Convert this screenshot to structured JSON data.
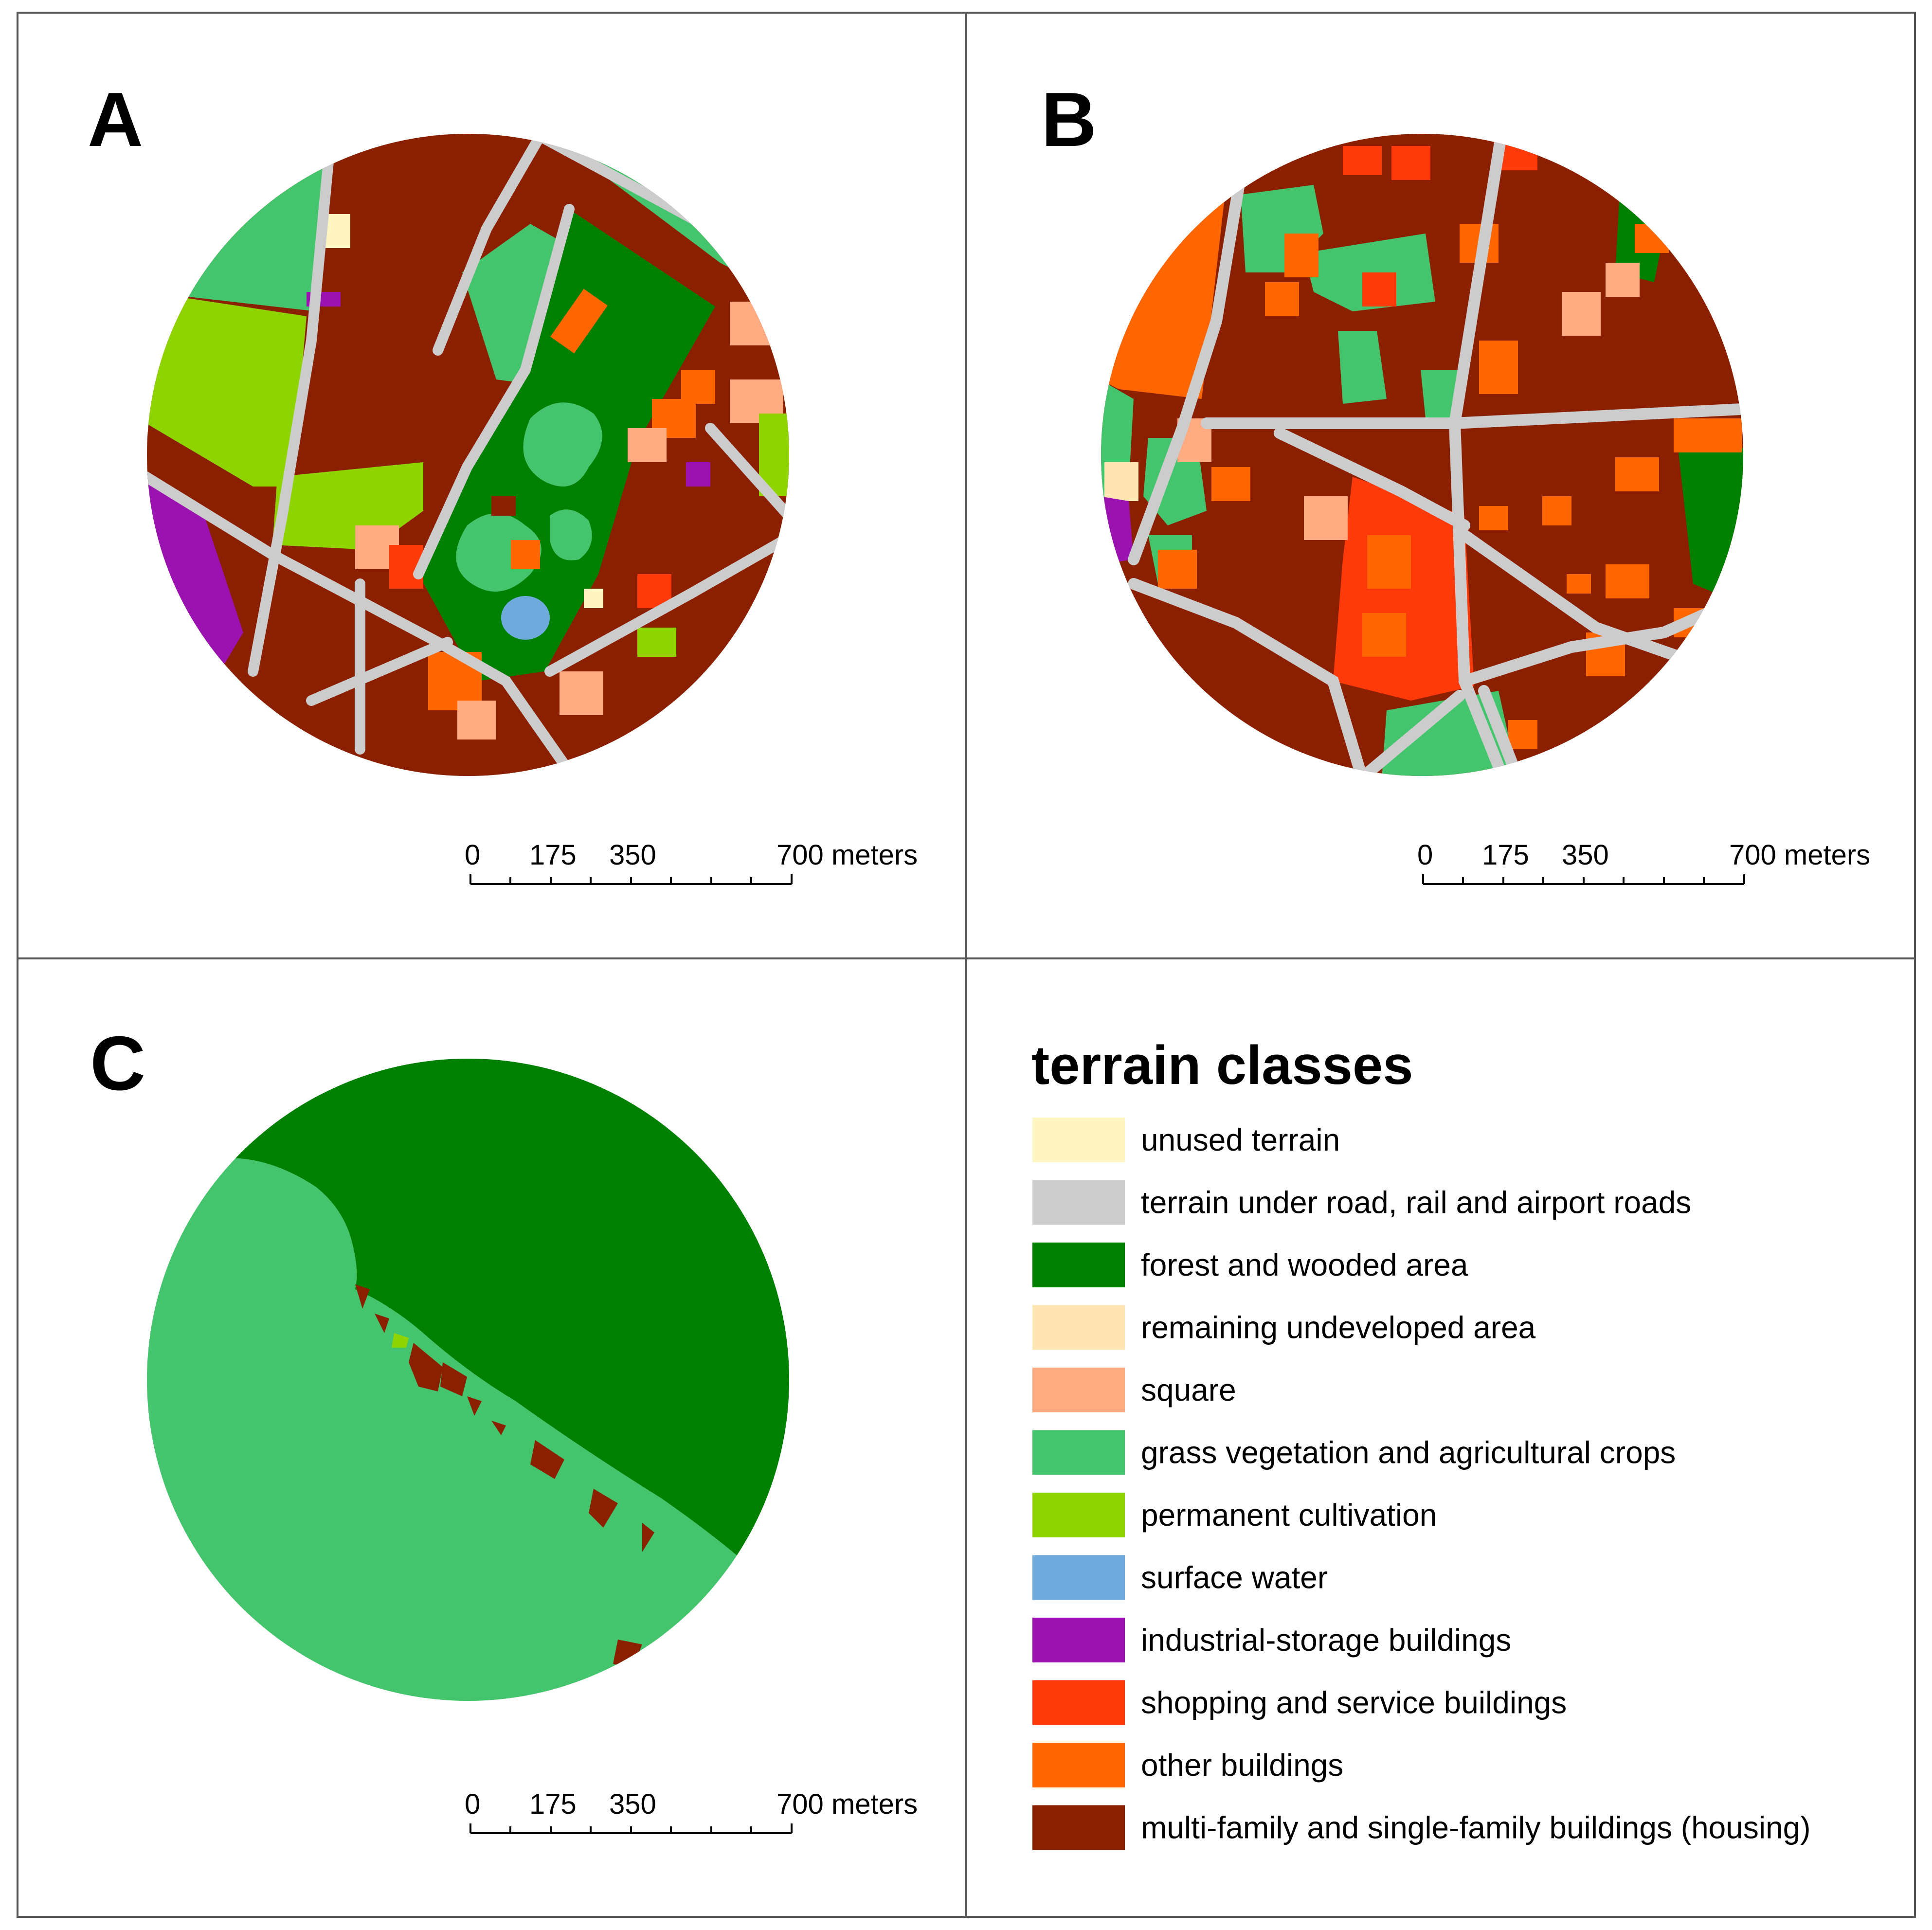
{
  "panels": [
    {
      "letter": "A"
    },
    {
      "letter": "B"
    },
    {
      "letter": "C"
    }
  ],
  "scale_bar": {
    "labels": [
      "0",
      "175",
      "350",
      "700 meters"
    ],
    "distances_m": [
      0,
      175,
      350,
      700
    ]
  },
  "legend": {
    "title": "terrain classes",
    "items": [
      {
        "label": "unused terrain",
        "color": "#FFF6C4"
      },
      {
        "label": "terrain under road, rail and airport roads",
        "color": "#CCCCCC"
      },
      {
        "label": "forest and wooded area",
        "color": "#008000"
      },
      {
        "label": "remaining undeveloped area",
        "color": "#FFE6B3"
      },
      {
        "label": "square",
        "color": "#FFAA80"
      },
      {
        "label": "grass vegetation and agricultural crops",
        "color": "#45C46E"
      },
      {
        "label": "permanent cultivation",
        "color": "#8FD400"
      },
      {
        "label": "surface water",
        "color": "#6FAADC"
      },
      {
        "label": "industrial-storage buildings",
        "color": "#9A12B0"
      },
      {
        "label": "shopping and service buildings",
        "color": "#FF3A0A"
      },
      {
        "label": "other buildings",
        "color": "#FF6600"
      },
      {
        "label": "multi-family and single-family buildings (housing)",
        "color": "#8B2000"
      }
    ]
  }
}
